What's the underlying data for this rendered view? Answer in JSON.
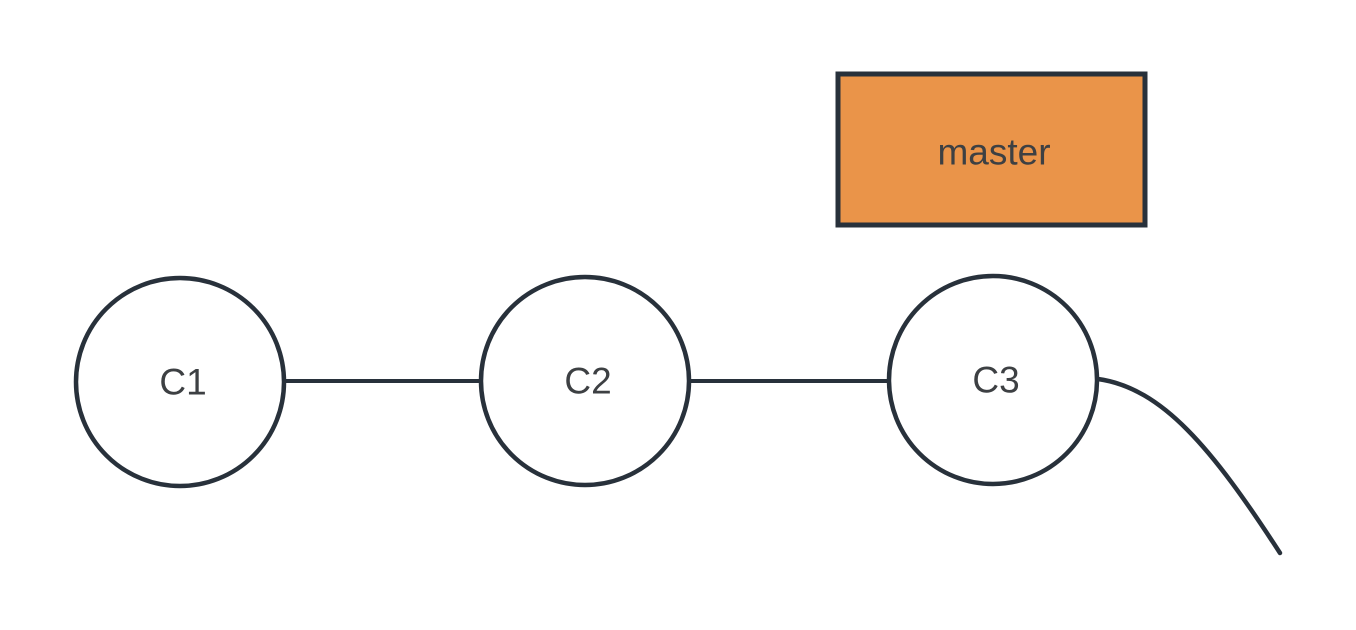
{
  "diagram": {
    "commits": [
      {
        "label": "C1"
      },
      {
        "label": "C2"
      },
      {
        "label": "C3"
      }
    ],
    "edges": [
      {
        "from": "C1",
        "to": "C2"
      },
      {
        "from": "C2",
        "to": "C3"
      }
    ],
    "branch_tag": {
      "label": "master",
      "points_to": "C3"
    },
    "colors": {
      "background": "#ffffff",
      "stroke": "#28313b",
      "node_fill": "#ffffff",
      "branch_fill": "#ea9449",
      "label_text": "#3d4043"
    }
  }
}
